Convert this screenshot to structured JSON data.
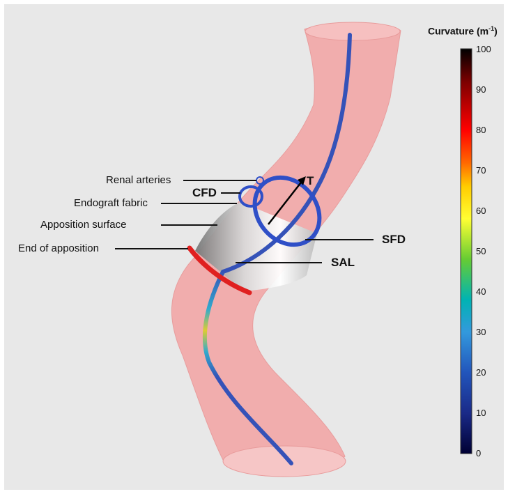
{
  "labels": {
    "renal_arteries": "Renal arteries",
    "cfd": "CFD",
    "endograft_fabric": "Endograft fabric",
    "apposition_surface": "Apposition surface",
    "end_of_apposition": "End of  apposition",
    "t": "T",
    "sfd": "SFD",
    "sal": "SAL"
  },
  "colorbar": {
    "title_main": "Curvature (m",
    "title_sup": "-1",
    "title_close": ")",
    "ticks": [
      "100",
      "90",
      "80",
      "70",
      "60",
      "50",
      "40",
      "30",
      "20",
      "10",
      "0"
    ],
    "colors": [
      "#000000",
      "#7a0000",
      "#ff0000",
      "#ff6600",
      "#ffcc00",
      "#ffff33",
      "#66cc33",
      "#00b3b3",
      "#3399dd",
      "#2255bb",
      "#1a2a88",
      "#000033"
    ]
  },
  "colors": {
    "vessel": "#f2aaaa",
    "centerline": "#3552b8",
    "ring": "#2f4fc7",
    "end_ring": "#e02020",
    "stent": "#d8d8d8"
  }
}
